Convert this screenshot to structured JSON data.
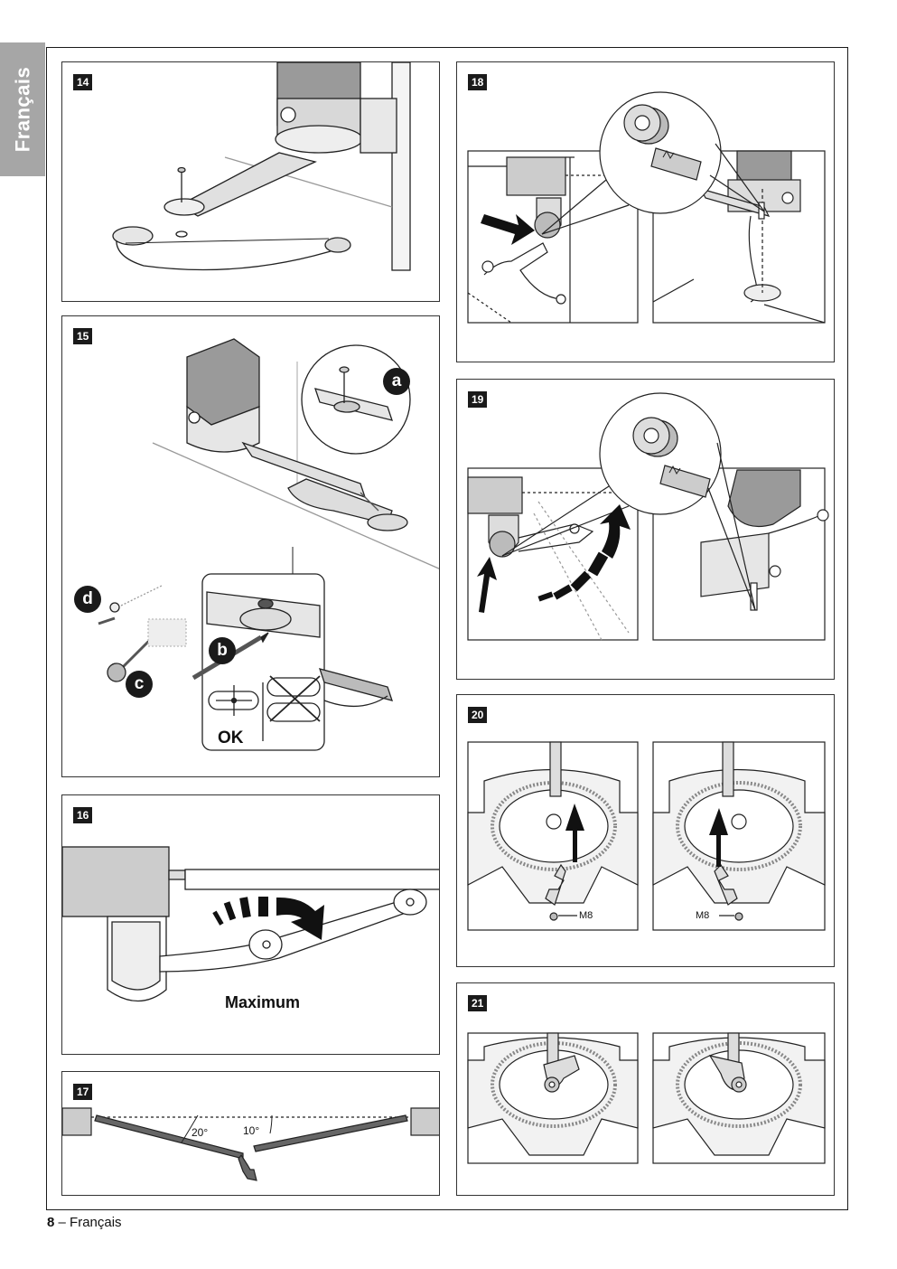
{
  "side_tab": {
    "label": "Français",
    "color": "#a6a6a6"
  },
  "figures": {
    "f14": {
      "number": "14"
    },
    "f15": {
      "number": "15",
      "labels": {
        "a": "a",
        "b": "b",
        "c": "c",
        "d": "d"
      },
      "ok_label": "OK"
    },
    "f16": {
      "number": "16",
      "caption": "Maximum"
    },
    "f17": {
      "number": "17",
      "angle_left": "20°",
      "angle_right": "10°"
    },
    "f18": {
      "number": "18"
    },
    "f19": {
      "number": "19"
    },
    "f20": {
      "number": "20",
      "nut_label_left": "M8",
      "nut_label_right": "M8"
    },
    "f21": {
      "number": "21"
    }
  },
  "footer": {
    "page_number": "8",
    "separator": " – ",
    "language": "Français"
  },
  "icons": [
    "pin-icon",
    "arrow-icon",
    "pencil-icon",
    "screw-icon",
    "wrench-icon",
    "tape-roll-icon"
  ]
}
